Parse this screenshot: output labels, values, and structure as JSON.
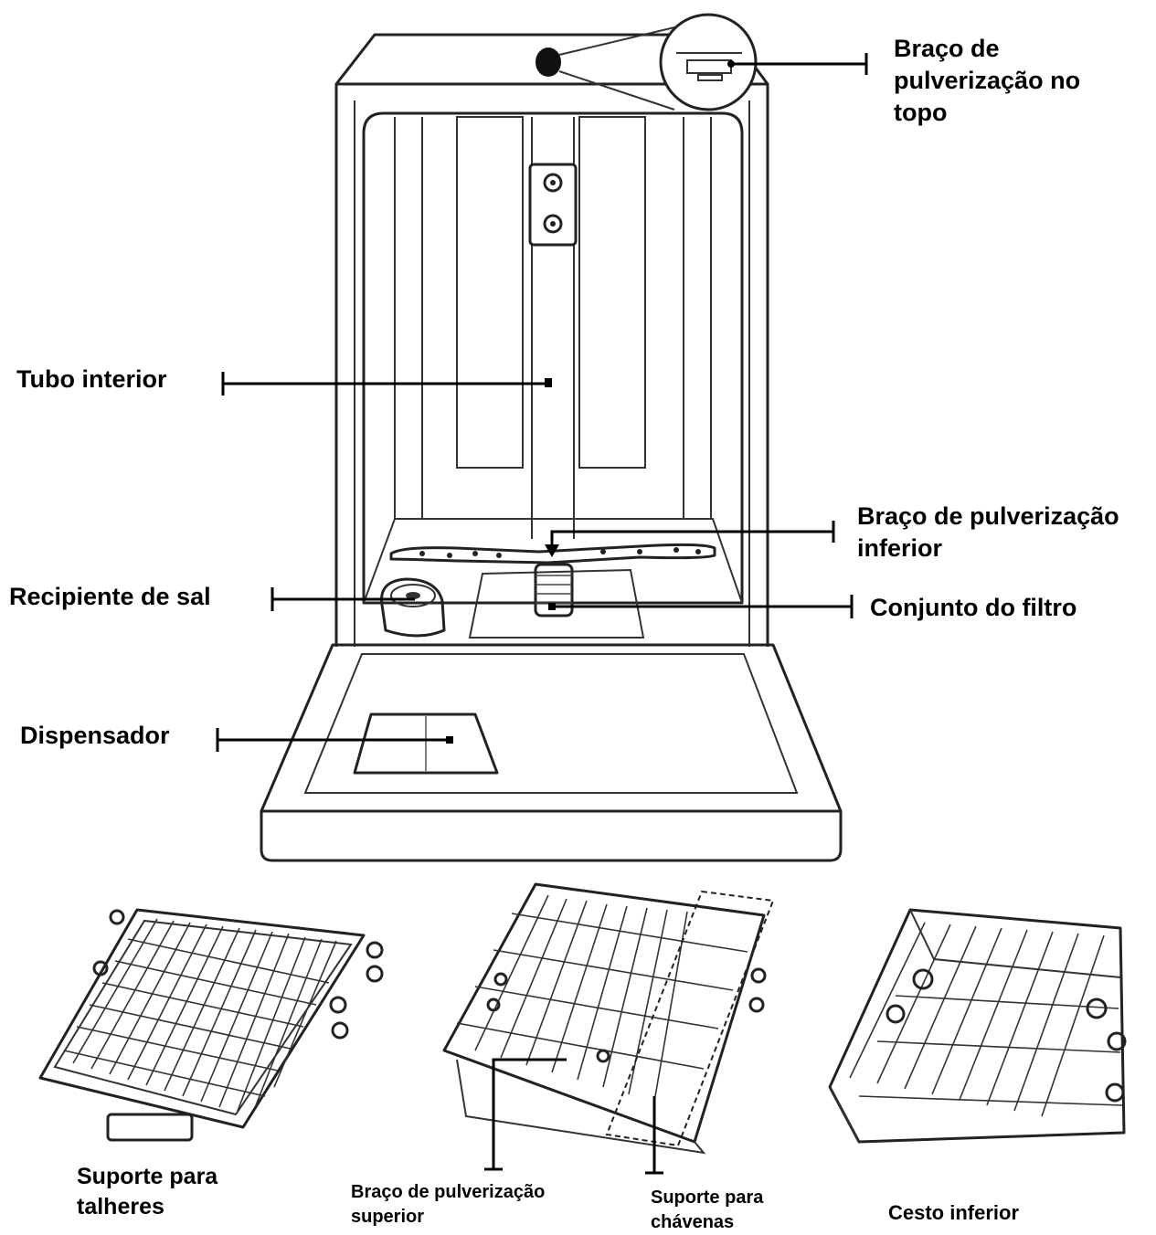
{
  "labels": {
    "top_spray_arm": "Braço de\npulverização no\ntopo",
    "inner_tube": "Tubo interior",
    "lower_spray_arm": "Braço de pulverização\ninferior",
    "salt_container": "Recipiente de sal",
    "filter_assembly": "Conjunto do filtro",
    "dispenser": "Dispensador",
    "cutlery_rack": "Suporte para\ntalheres",
    "upper_spray_arm": "Braço de pulverização\nsuperior",
    "cup_rack": "Suporte para\nchávenas",
    "lower_basket": "Cesto inferior"
  }
}
